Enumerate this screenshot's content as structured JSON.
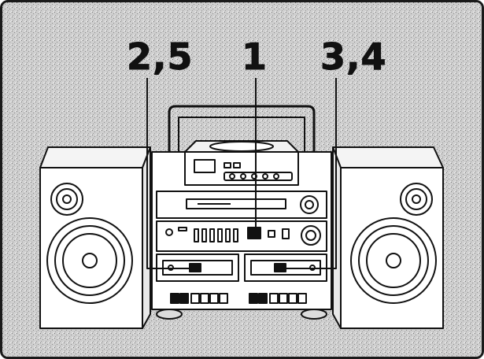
{
  "figure": {
    "callouts": [
      {
        "id": "c-25",
        "label": "2,5"
      },
      {
        "id": "c-1",
        "label": "1"
      },
      {
        "id": "c-34",
        "label": "3,4"
      }
    ]
  },
  "colors": {
    "background_speckle": "#c9c9c9",
    "line": "#111111",
    "device_fill": "#ffffff"
  }
}
